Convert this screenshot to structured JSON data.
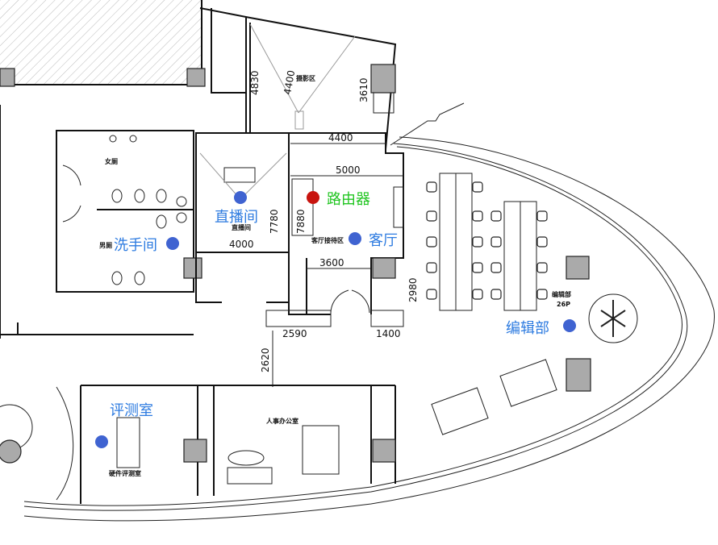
{
  "overlay_labels": {
    "live_room": "直播间",
    "restroom": "洗手间",
    "router": "路由器",
    "living_room": "客厅",
    "test_room": "评测室",
    "editorial": "编辑部"
  },
  "cad_labels": {
    "photo_area": "摄影区",
    "women_restroom": "女厕",
    "men_restroom": "男厕",
    "live_room": "直播间",
    "reception": "客厅接待区",
    "editorial": "编辑部",
    "editorial_seats": "26P",
    "hr_office": "人事办公室",
    "hardware_test_room": "硬件评测室"
  },
  "dimensions": {
    "d4830": "4830",
    "d4400_diag": "4400",
    "d3610": "3610",
    "d4400": "4400",
    "d5000": "5000",
    "d7780": "7780",
    "d7880": "7880",
    "d4000": "4000",
    "d3600": "3600",
    "d2980": "2980",
    "d2590": "2590",
    "d1400": "1400",
    "d2620": "2620"
  },
  "colors": {
    "room_marker": "#3f63d1",
    "router_marker": "#c8140f",
    "room_label": "#2d7be0",
    "router_label": "#21c521"
  }
}
